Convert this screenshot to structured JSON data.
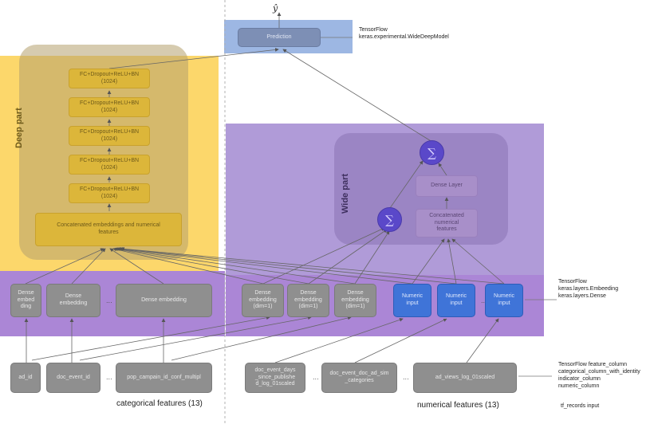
{
  "output": {
    "symbol": "ŷ",
    "prediction_label": "Prediction"
  },
  "deep_part": {
    "title": "Deep part",
    "layers": [
      "FC+Dropout+ReLU+BN\n(1024)",
      "FC+Dropout+ReLU+BN\n(1024)",
      "FC+Dropout+ReLU+BN\n(1024)",
      "FC+Dropout+ReLU+BN\n(1024)",
      "FC+Dropout+ReLU+BN\n(1024)"
    ],
    "concat_label": "Concatenated embeddings and numerical\nfeatures"
  },
  "wide_part": {
    "title": "Wide part",
    "sigma": "∑",
    "dense_layer_label": "Dense Layer",
    "concat_label": "Concatenated\nnumerical\nfeatures"
  },
  "embedding_row": {
    "left": [
      "Dense\nembed\nding",
      "Dense\nembedding",
      "Dense embedding"
    ],
    "wide": [
      "Dense\nembedding\n(dim=1)",
      "Dense\nembedding\n(dim=1)",
      "Dense\nembedding\n(dim=1)"
    ],
    "numeric": [
      "Numeric\ninput",
      "Numeric\ninput",
      "Numeric\ninput"
    ]
  },
  "inputs": {
    "categorical": [
      "ad_id",
      "doc_event_id",
      "pop_campain_id_conf_multipl"
    ],
    "numerical": [
      "doc_event_days\n_since_publishe\nd_log_01scaled",
      "doc_event_doc_ad_sim\n_categories",
      "ad_views_log_01scaled"
    ],
    "ellipsis": "..."
  },
  "labels": {
    "categorical_features": "categorical features (13)",
    "numerical_features": "numerical features (13)"
  },
  "annotations": {
    "top": "TensorFlow\nkeras.experimental.WideDeepModel",
    "middle": "TensorFlow\nkeras.layers.Embeeding\nkeras.layers.Dense",
    "bottom": "TensorFlow feature_column\ncategorical_column_with_identity\nindicator_column\nnumeric_column",
    "records": "tf_records input"
  },
  "colors": {
    "deep_bg": "#fcd76b",
    "wide_bg": "#b09bd8",
    "embedding_band": "#ab86d6",
    "output_band": "#9db7e3",
    "numeric_input": "#3f74d8",
    "sigma": "#5a48c9"
  }
}
